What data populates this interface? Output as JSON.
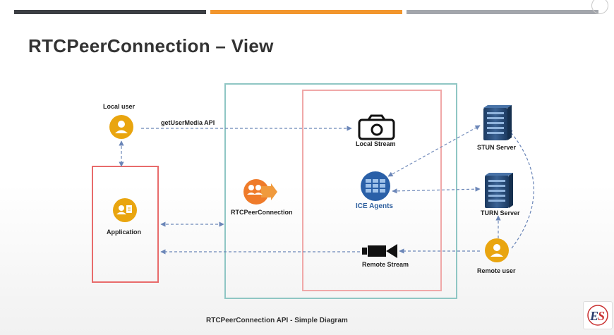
{
  "slide": {
    "title": "RTCPeerConnection – View",
    "caption": "RTCPeerConnection API - Simple Diagram"
  },
  "nodes": {
    "local_user": "Local user",
    "application": "Application",
    "get_user_media": "getUserMedia API",
    "rtc_peer_connection": "RTCPeerConnection",
    "local_stream": "Local Stream",
    "ice_agents": "ICE Agents",
    "remote_stream": "Remote Stream",
    "stun_server": "STUN Server",
    "turn_server": "TURN Server",
    "remote_user": "Remote user"
  },
  "logo": {
    "text": "ES"
  },
  "colors": {
    "orange": "#f2962d",
    "icon_orange": "#e9a50f",
    "teal": "#8fc6c4",
    "red": "#e86b6b",
    "arrow": "#6b86b8",
    "ice_blue": "#2a60a8",
    "server": "#24456e"
  }
}
